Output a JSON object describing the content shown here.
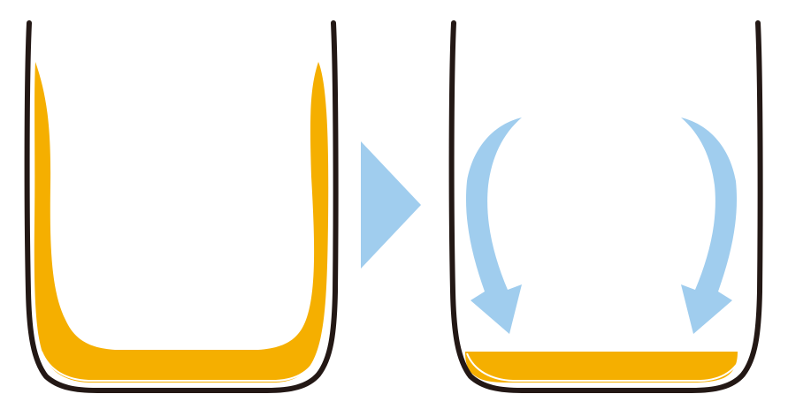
{
  "diagram": {
    "colors": {
      "background": "#ffffff",
      "container_outline": "#231815",
      "liquid": "#f5af00",
      "arrow": "#a0cdee"
    },
    "panels": [
      {
        "role": "before",
        "liquid_state": "coating-walls-and-bottom"
      },
      {
        "role": "after",
        "liquid_state": "settled-at-bottom"
      }
    ],
    "transition_icon": "triangle-right-icon",
    "flow_icons": [
      "curved-arrow-down-left-icon",
      "curved-arrow-down-right-icon"
    ]
  }
}
